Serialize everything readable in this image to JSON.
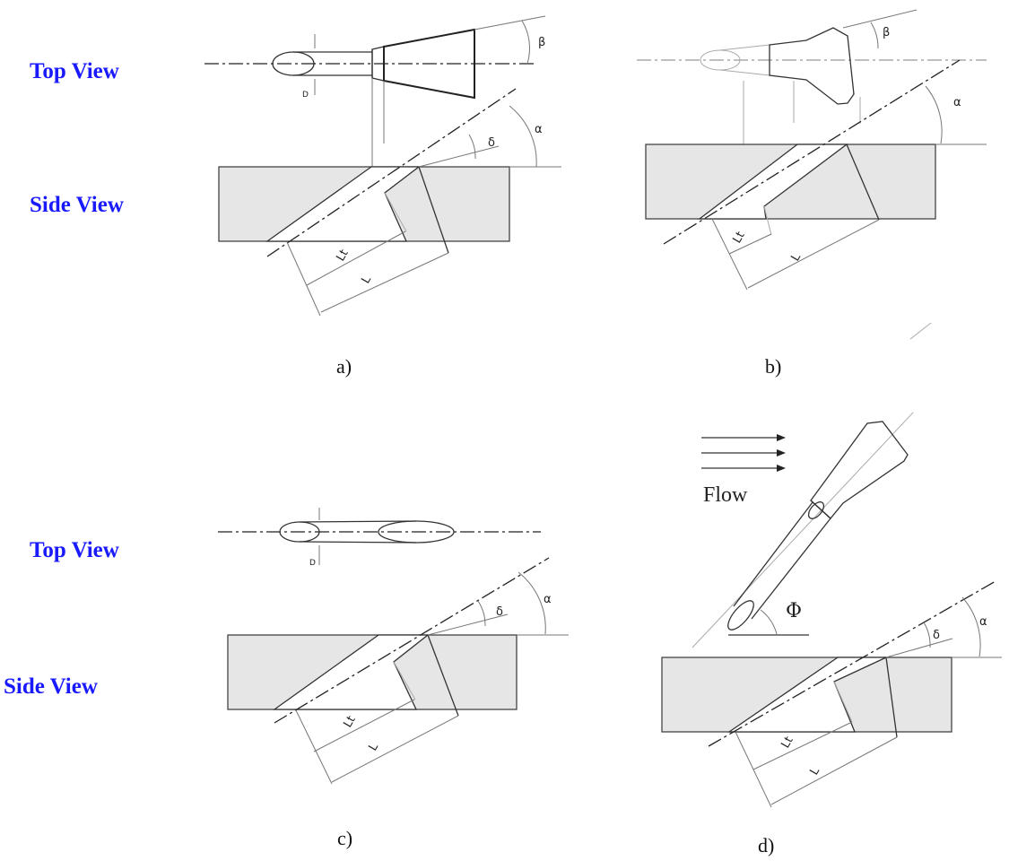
{
  "labels": {
    "top_view_1": "Top View",
    "side_view_1": "Side View",
    "top_view_2": "Top View",
    "side_view_2": "Side View"
  },
  "panels": {
    "a": {
      "caption": "a)",
      "beta": "β",
      "alpha": "α",
      "delta": "δ",
      "d": "D",
      "lt": "Lt",
      "l": "L"
    },
    "b": {
      "caption": "b)",
      "beta": "β",
      "alpha": "α",
      "lt": "Lt",
      "l": "L"
    },
    "c": {
      "caption": "c)",
      "alpha": "α",
      "delta": "δ",
      "d": "D",
      "lt": "Lt",
      "l": "L"
    },
    "d": {
      "caption": "d)",
      "alpha": "α",
      "delta": "δ",
      "lt": "Lt",
      "l": "L",
      "flow": "Flow",
      "phi": "Φ"
    }
  },
  "colors": {
    "label": "#1a1aff",
    "plate": "#e6e6e6"
  }
}
